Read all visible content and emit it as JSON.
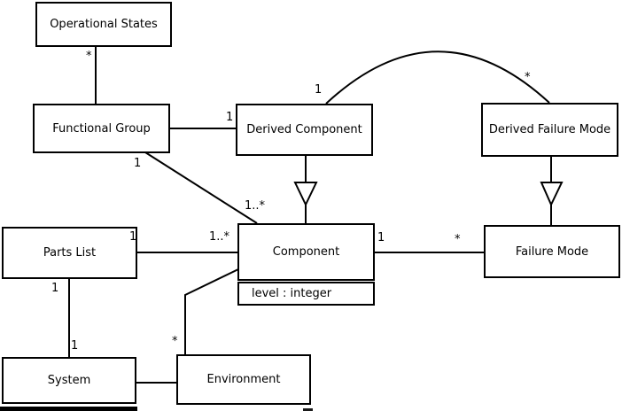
{
  "diagram": {
    "kind": "uml-class-diagram",
    "colors": {
      "background": "#ffffff",
      "line": "#000000",
      "box_fill": "#ffffff",
      "text": "#000000"
    },
    "classes": {
      "operational_states": {
        "name": "Operational States"
      },
      "functional_group": {
        "name": "Functional Group"
      },
      "derived_component": {
        "name": "Derived Component"
      },
      "derived_failure_mode": {
        "name": "Derived Failure Mode"
      },
      "parts_list": {
        "name": "Parts List"
      },
      "component": {
        "name": "Component",
        "attribute": "level : integer"
      },
      "failure_mode": {
        "name": "Failure Mode"
      },
      "system": {
        "name": "System"
      },
      "environment": {
        "name": "Environment"
      }
    },
    "associations": [
      {
        "from": "Operational States",
        "to": "Functional Group",
        "label_a": "*"
      },
      {
        "from": "Functional Group",
        "to": "Derived Component",
        "label_a": "1"
      },
      {
        "from": "Functional Group",
        "to": "Component",
        "label_a": "1",
        "label_b": "1..*"
      },
      {
        "from": "Derived Component",
        "to": "Derived Failure Mode",
        "label_a": "1",
        "label_b": "*",
        "shape": "arc"
      },
      {
        "from": "Parts List",
        "to": "Component",
        "label_a": "1",
        "label_b": "1..*"
      },
      {
        "from": "Component",
        "to": "Failure Mode",
        "label_a": "1",
        "label_b": "*"
      },
      {
        "from": "Parts List",
        "to": "System",
        "label_a": "1",
        "label_b": "1"
      },
      {
        "from": "System",
        "to": "Environment"
      },
      {
        "from": "Environment",
        "to": "Component",
        "label_a": "*"
      }
    ],
    "generalizations": [
      {
        "child": "Derived Component",
        "parent": "Component"
      },
      {
        "child": "Derived Failure Mode",
        "parent": "Failure Mode"
      }
    ]
  }
}
